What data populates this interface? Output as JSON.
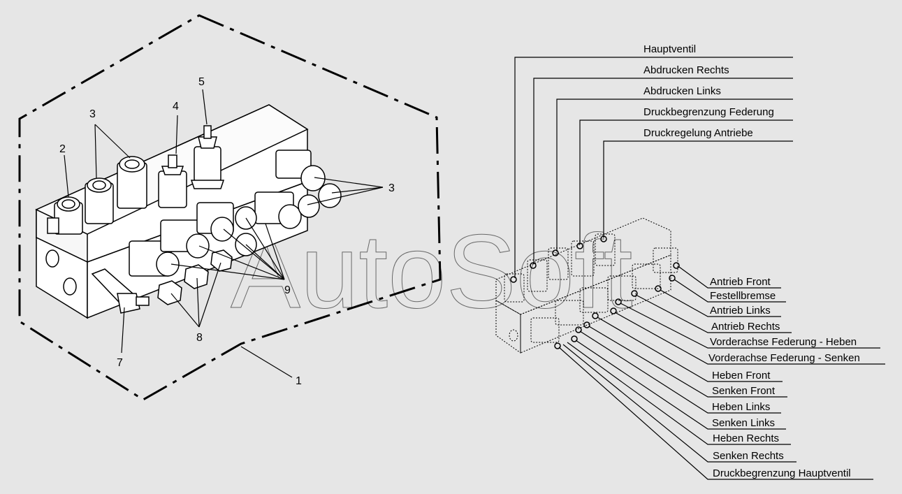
{
  "part_numbers": {
    "n1": "1",
    "n2": "2",
    "n3a": "3",
    "n3b": "3",
    "n4": "4",
    "n5": "5",
    "n7": "7",
    "n8": "8",
    "n9": "9"
  },
  "labels_top": [
    "Hauptventil",
    "Abdrucken Rechts",
    "Abdrucken Links",
    "Druckbegrenzung Federung",
    "Druckregelung Antriebe"
  ],
  "labels_right": [
    "Antrieb Front",
    "Festellbremse",
    "Antrieb Links",
    "Antrieb Rechts",
    "Vorderachse Federung - Heben",
    "Vorderachse Federung - Senken",
    "Heben Front",
    "Senken Front",
    "Heben Links",
    "Senken Links",
    "Heben Rechts",
    "Senken Rechts",
    "Druckbegrenzung Hauptventil"
  ],
  "watermark": "AutoSoft"
}
